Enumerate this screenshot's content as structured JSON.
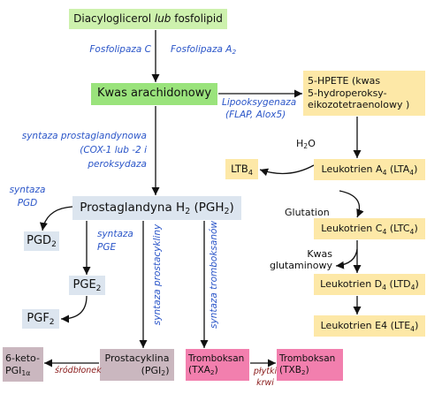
{
  "colors": {
    "source_green": "#cdf1ad",
    "arachidonic_green": "#9ae37c",
    "leukotriene_yellow": "#fde8a7",
    "prostaglandin_blue": "#dce5ef",
    "prostacyclin_mauve": "#cab7bf",
    "thromboxane_pink": "#f27fae",
    "enzyme_text": "#2a55c8",
    "tissue_text": "#8a1b1b"
  },
  "nodes": {
    "source": {
      "text_a": "Diacyloglicerol ",
      "text_italic": "lub",
      "text_b": " fosfolipid"
    },
    "arachidonic_acid": {
      "label": "Kwas arachidonowy"
    },
    "hpete": {
      "lines": [
        "5-HPETE (kwas",
        "5-hydroperoksy-",
        "eikozotetraenolowy )"
      ]
    },
    "pgh2": {
      "a": "Prostaglandyna H",
      "sub_a": "2",
      "b": " (PGH",
      "sub_b": "2",
      "c": ")"
    },
    "pgd2": {
      "a": "PGD",
      "sub": "2"
    },
    "pge2": {
      "a": "PGE",
      "sub": "2"
    },
    "pgf2": {
      "a": "PGF",
      "sub": "2"
    },
    "pgi2": {
      "line1": "Prostacyklina",
      "a": "(PGI",
      "sub": "2",
      "b": ")"
    },
    "keto_pgi": {
      "line1": "6-keto-",
      "a": "PGI",
      "sub": "1α"
    },
    "txa2": {
      "line1": "Tromboksan",
      "a": "(TXA",
      "sub": "2",
      "b": ")"
    },
    "txb2": {
      "line1": "Tromboksan",
      "a": "(TXB",
      "sub": "2",
      "b": ")"
    },
    "ltb4": {
      "a": "LTB",
      "sub": "4"
    },
    "lta4": {
      "a": "Leukotrien A",
      "sub_a": "4",
      "b": " (LTA",
      "sub_b": "4",
      "c": ")"
    },
    "ltc4": {
      "a": "Leukotrien C",
      "sub_a": "4",
      "b": " (LTC",
      "sub_b": "4",
      "c": ")"
    },
    "ltd4": {
      "a": "Leukotrien D",
      "sub_a": "4",
      "b": " (LTD",
      "sub_b": "4",
      "c": ")"
    },
    "lte4": {
      "a": "Leukotrien E4 (LTE",
      "sub": "4",
      "b": ")"
    }
  },
  "labels": {
    "phospholipase_c": "Fosfolipaza C",
    "phospholipase_a2": {
      "a": "Fosfolipaza A",
      "sub": "2"
    },
    "lipoxygenase": {
      "line1": "Lipooksygenaza",
      "line2": "(FLAP, Alox5)"
    },
    "prostaglandin_synthase": {
      "line1": "syntaza prostaglandynowa",
      "line2": "(COX-1 lub -2 i",
      "line3": "peroksydaza"
    },
    "pgd_synthase": {
      "line1": "syntaza",
      "line2": "PGD"
    },
    "pge_synthase": {
      "line1": "syntaza",
      "line2": "PGE"
    },
    "prostacyclin_synthase": "syntaza prostacykliny",
    "thromboxane_synthase": "syntaza tromboksanów",
    "water": {
      "a": "H",
      "sub": "2",
      "b": "O"
    },
    "glutathione": "Glutation",
    "glutamic_acid": {
      "line1": "Kwas",
      "line2": "glutaminowy"
    },
    "endothelium": "śródbłonek",
    "platelets": {
      "line1": "płytki",
      "line2": "krwi"
    }
  }
}
